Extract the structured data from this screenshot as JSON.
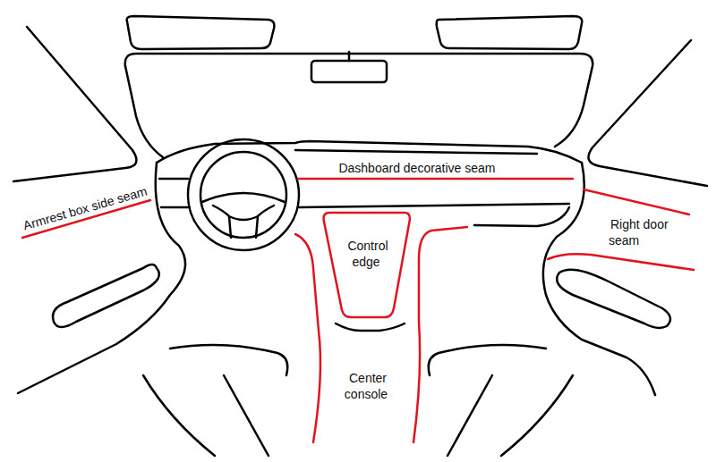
{
  "diagram": {
    "labels": [
      "Armrest box side seam",
      "Dashboard decorative seam",
      "Control edge",
      "Right door seam",
      "Center console"
    ]
  }
}
